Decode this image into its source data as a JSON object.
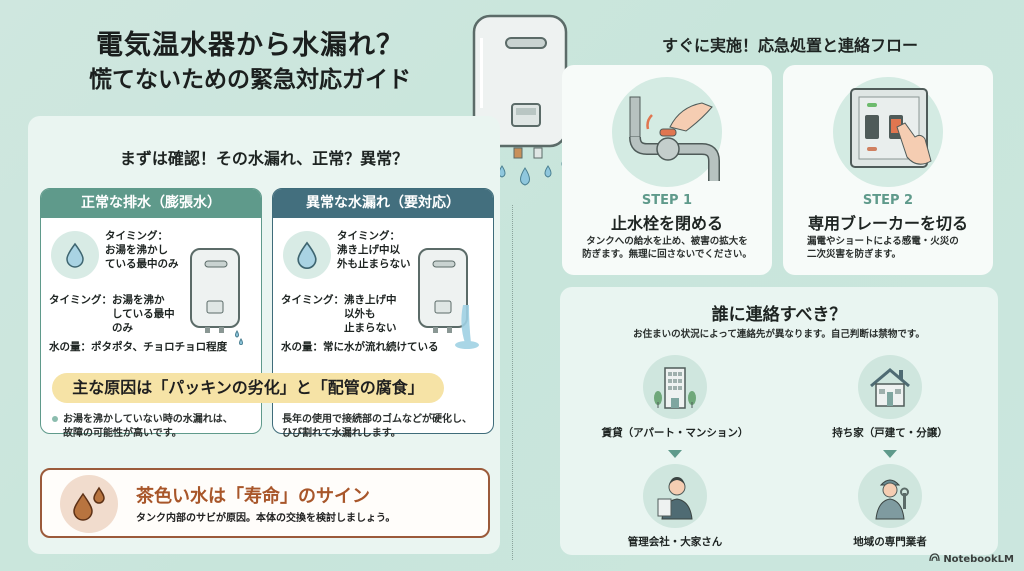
{
  "title": {
    "line1": "電気温水器から水漏れ？",
    "line2": "慌てないための緊急対応ガイド"
  },
  "left": {
    "heading": "まずは確認！その水漏れ、正常？異常？",
    "normal": {
      "header": "正常な排水（膨張水）",
      "short_text": [
        "タイミング：",
        "お湯を沸かし",
        "ている最中のみ"
      ],
      "timing_label": "タイミング：",
      "timing_value": [
        "お湯を沸か",
        "している最中",
        "のみ"
      ],
      "amount": "水の量：ポタポタ、チョロチョロ程度",
      "note": [
        "お湯を沸かしていない時の水漏れは、",
        "故障の可能性が高いです。"
      ]
    },
    "abnormal": {
      "header": "異常な水漏れ（要対応）",
      "short_text": [
        "タイミング：",
        "沸き上げ中以",
        "外も止まらない"
      ],
      "timing_label": "タイミング：",
      "timing_value": [
        "沸き上げ中",
        "以外も",
        "止まらない"
      ],
      "amount": "水の量：常に水が流れ続けている",
      "note": [
        "長年の使用で接続部のゴムなどが硬化し、",
        "ひび割れて水漏れします。"
      ]
    },
    "cause_banner": "主な原因は「パッキンの劣化」と「配管の腐食」",
    "brown_water": {
      "title": "茶色い水は「寿命」のサイン",
      "subtitle": "タンク内部のサビが原因。本体の交換を検討しましょう。"
    }
  },
  "right": {
    "heading": "すぐに実施！応急処置と連絡フロー",
    "steps": [
      {
        "label": "STEP 1",
        "title": "止水栓を閉める",
        "desc": [
          "タンクへの給水を止め、被害の拡大を",
          "防ぎます。無理に回さないでください。"
        ]
      },
      {
        "label": "STEP 2",
        "title": "専用ブレーカーを切る",
        "desc": [
          "漏電やショートによる感電・火災の",
          "二次災害を防ぎます。"
        ]
      }
    ],
    "contact": {
      "title": "誰に連絡すべき？",
      "subtitle": "お住まいの状況によって連絡先が異なります。自己判断は禁物です。",
      "columns": [
        {
          "housing": "賃貸（アパート・マンション）",
          "contact": "管理会社・大家さん"
        },
        {
          "housing": "持ち家（戸建て・分譲）",
          "contact": "地域の専門業者"
        }
      ]
    }
  },
  "brand": "NotebookLM",
  "colors": {
    "background": "#cbe6dc",
    "normal_header": "#5f9a8b",
    "abnormal_header": "#436f7e",
    "banner": "#f6e3a6",
    "brown": "#a8562a",
    "step_label": "#5f9a8b"
  }
}
